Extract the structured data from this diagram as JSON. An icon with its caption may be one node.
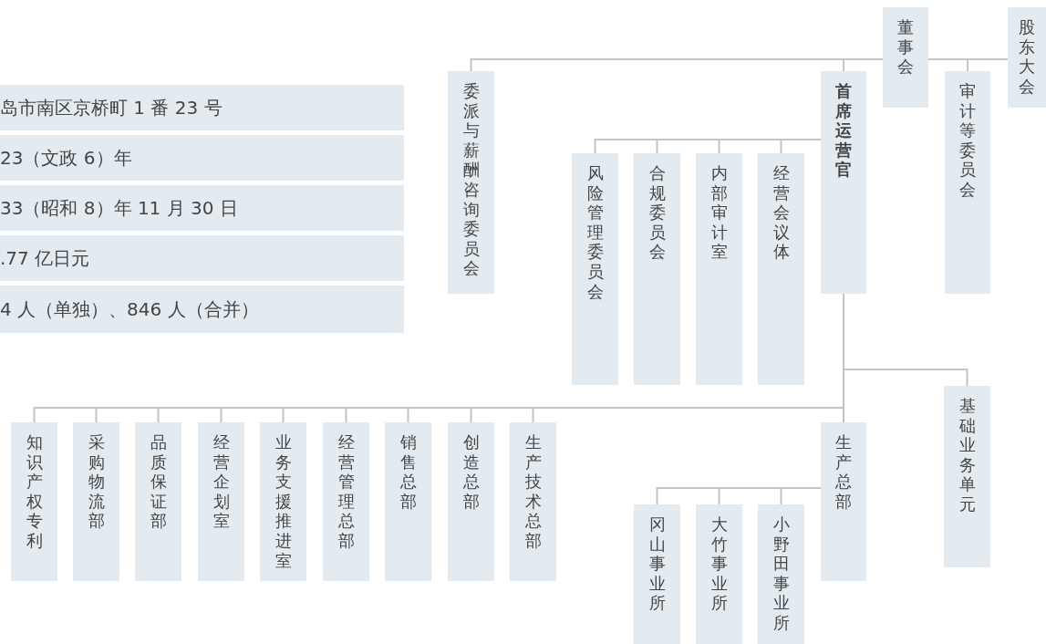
{
  "diagram": {
    "nodes": [
      {
        "text": [
          "股东大会"
        ]
      },
      {
        "text": [
          "董事会"
        ]
      },
      {
        "text": [
          "审计等委员会"
        ]
      },
      {
        "text": [
          "委派与薪酬咨询委员会"
        ]
      },
      {
        "text": [
          "首席运营官"
        ]
      },
      {
        "text": [
          "风险管理委员会"
        ]
      },
      {
        "text": [
          "合规委员会"
        ]
      },
      {
        "text": [
          "内部审计室"
        ]
      },
      {
        "text": [
          "经营会议体"
        ]
      },
      {
        "text": [
          "基础业务单元"
        ]
      },
      {
        "text": [
          "知识产权专利"
        ]
      },
      {
        "text": [
          "采购物流部"
        ]
      },
      {
        "text": [
          "品质保证部"
        ]
      },
      {
        "text": [
          "经营企划室"
        ]
      },
      {
        "text": [
          "业务支援推进室"
        ]
      },
      {
        "text": [
          "经营管理总部"
        ]
      },
      {
        "text": [
          "销售总部"
        ]
      },
      {
        "text": [
          "创造总部"
        ]
      },
      {
        "text": [
          "生产技术总部"
        ]
      },
      {
        "text": [
          "生产总部"
        ]
      },
      {
        "text": [
          "冈山事业所"
        ]
      },
      {
        "text": [
          "大竹事业所"
        ]
      },
      {
        "text": [
          "小野田事业所"
        ]
      }
    ],
    "edges": [
      {
        "from": 0,
        "to": 1,
        "arrow": "none"
      },
      {
        "from": 0,
        "to": 2,
        "arrow": "none"
      },
      {
        "from": 1,
        "to": 3,
        "arrow": "none"
      },
      {
        "from": 1,
        "to": 4,
        "arrow": "none"
      },
      {
        "from": 4,
        "to": 5,
        "arrow": "none"
      },
      {
        "from": 4,
        "to": 6,
        "arrow": "none"
      },
      {
        "from": 4,
        "to": 7,
        "arrow": "none"
      },
      {
        "from": 4,
        "to": 8,
        "arrow": "none"
      },
      {
        "from": 4,
        "to": 9,
        "arrow": "none"
      },
      {
        "from": 4,
        "to": 10,
        "arrow": "none"
      },
      {
        "from": 4,
        "to": 11,
        "arrow": "none"
      },
      {
        "from": 4,
        "to": 12,
        "arrow": "none"
      },
      {
        "from": 4,
        "to": 13,
        "arrow": "none"
      },
      {
        "from": 4,
        "to": 14,
        "arrow": "none"
      },
      {
        "from": 4,
        "to": 15,
        "arrow": "none"
      },
      {
        "from": 4,
        "to": 16,
        "arrow": "none"
      },
      {
        "from": 4,
        "to": 17,
        "arrow": "none"
      },
      {
        "from": 4,
        "to": 18,
        "arrow": "none"
      },
      {
        "from": 4,
        "to": 19,
        "arrow": "none"
      },
      {
        "from": 19,
        "to": 20,
        "arrow": "none"
      },
      {
        "from": 19,
        "to": 21,
        "arrow": "none"
      },
      {
        "from": 19,
        "to": 22,
        "arrow": "none"
      }
    ],
    "labels": [
      "岛市南区京桥町 1 番 23 号",
      "23（文政 6）年",
      "33（昭和 8）年 11 月 30 日",
      ".77 亿日元",
      "4 人（单独）、846 人（合并）"
    ]
  }
}
